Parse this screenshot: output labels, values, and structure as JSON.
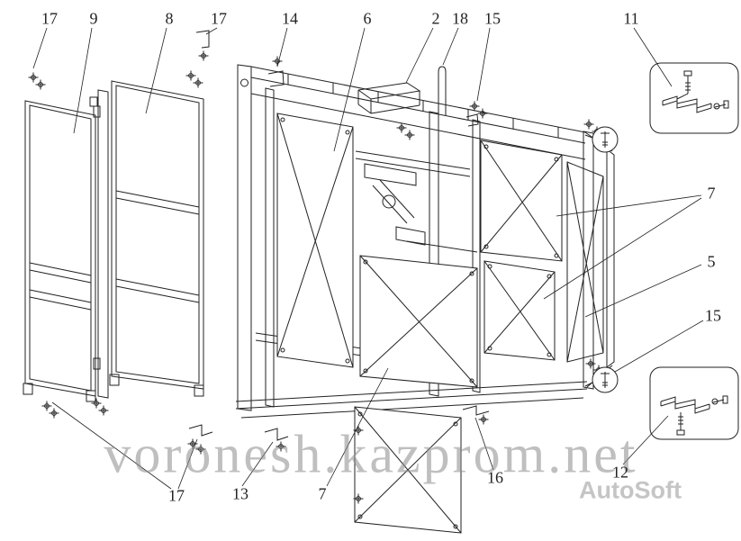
{
  "colors": {
    "line": "#222222",
    "background": "#ffffff",
    "watermark": "#8c8c8c"
  },
  "watermark": {
    "main": "voronesh.kazprom.net",
    "sub": "AutoSoft"
  },
  "callouts": [
    {
      "id": "17-top-left",
      "label": "17"
    },
    {
      "id": "9-left-panel",
      "label": "9"
    },
    {
      "id": "8-left-panel",
      "label": "8"
    },
    {
      "id": "17-top-mid",
      "label": "17"
    },
    {
      "id": "14-bracket",
      "label": "14"
    },
    {
      "id": "6-panel",
      "label": "6"
    },
    {
      "id": "2-bracket",
      "label": "2"
    },
    {
      "id": "18-pin",
      "label": "18"
    },
    {
      "id": "15-top-bolts",
      "label": "15"
    },
    {
      "id": "11-detail",
      "label": "11"
    },
    {
      "id": "7-right-panels",
      "label": "7"
    },
    {
      "id": "5-panel",
      "label": "5"
    },
    {
      "id": "15-right-bolt",
      "label": "15"
    },
    {
      "id": "17-bottom",
      "label": "17"
    },
    {
      "id": "13-bracket",
      "label": "13"
    },
    {
      "id": "7-bottom-panel",
      "label": "7"
    },
    {
      "id": "16-bracket",
      "label": "16"
    },
    {
      "id": "12-detail",
      "label": "12"
    }
  ]
}
